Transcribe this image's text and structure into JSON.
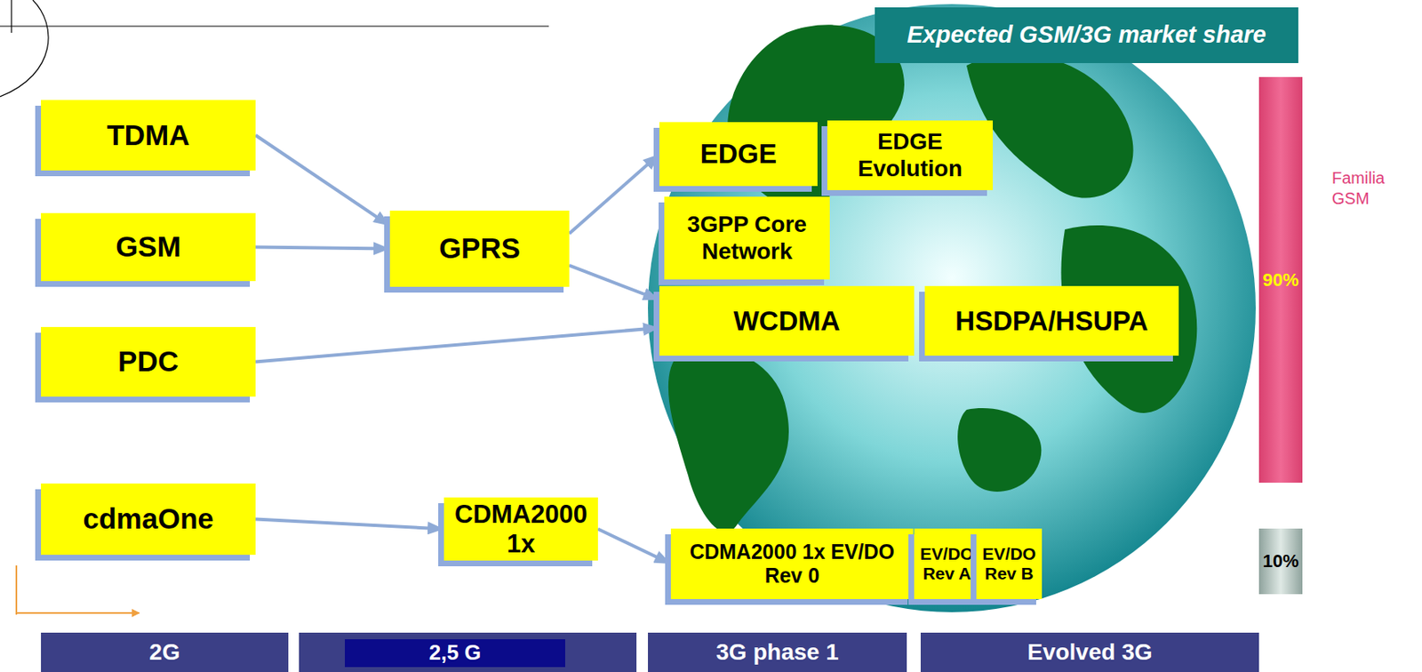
{
  "diagram": {
    "title": "Expected GSM/3G market share",
    "nodes": [
      {
        "text": [
          "TDMA"
        ]
      },
      {
        "text": [
          "EDGE"
        ]
      },
      {
        "text": [
          "EDGE Evolution"
        ]
      },
      {
        "text": [
          "GSM"
        ]
      },
      {
        "text": [
          "GPRS"
        ]
      },
      {
        "text": [
          "3GPP Core Network"
        ]
      },
      {
        "text": [
          "WCDMA"
        ]
      },
      {
        "text": [
          "HSDPA/HSUPA"
        ]
      },
      {
        "text": [
          "PDC"
        ]
      },
      {
        "text": [
          "cdmaOne"
        ]
      },
      {
        "text": [
          "CDMA2000 1x"
        ]
      },
      {
        "text": [
          "CDMA2000 1x EV/DO Rev 0"
        ]
      },
      {
        "text": [
          "EV/DO Rev A"
        ]
      },
      {
        "text": [
          "EV/DO Rev B"
        ]
      },
      {
        "text": [
          "90%"
        ]
      },
      {
        "text": [
          "10%"
        ]
      },
      {
        "text": [
          "2G"
        ]
      },
      {
        "text": [
          "2,5 G"
        ]
      },
      {
        "text": [
          "3G phase 1"
        ]
      },
      {
        "text": [
          "Evolved 3G"
        ]
      }
    ],
    "edges": [
      {
        "from": 0,
        "to": 4,
        "arrow": "to"
      },
      {
        "from": 3,
        "to": 4,
        "arrow": "to"
      },
      {
        "from": 4,
        "to": 1,
        "arrow": "to"
      },
      {
        "from": 4,
        "to": 6,
        "arrow": "to"
      },
      {
        "from": 8,
        "to": 6,
        "arrow": "to"
      },
      {
        "from": 9,
        "to": 10,
        "arrow": "to"
      },
      {
        "from": 10,
        "to": 11,
        "arrow": "to"
      }
    ],
    "labels": [
      "Familia GSM"
    ]
  }
}
